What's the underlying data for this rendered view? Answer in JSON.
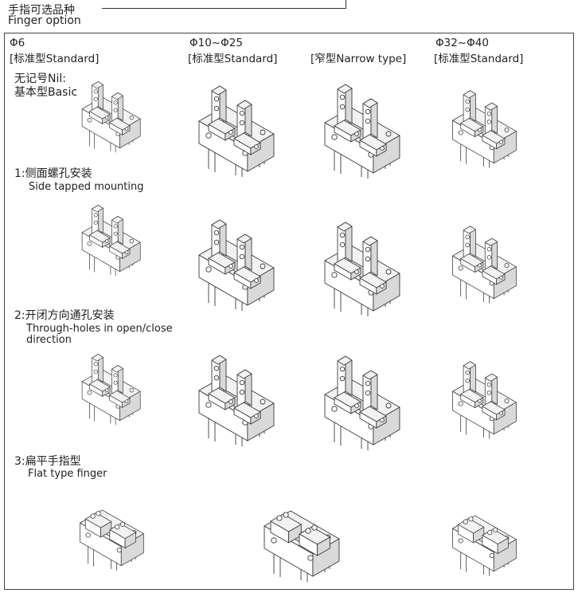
{
  "header": {
    "title_zh": "手指可选品种",
    "title_en": "Finger option"
  },
  "columns": [
    {
      "size": "Φ6",
      "type": "[标准型Standard]"
    },
    {
      "size": "Φ10~Φ25",
      "type": "[标准型Standard]"
    },
    {
      "type": "[窄型Narrow type]"
    },
    {
      "size": "Φ32~Φ40",
      "type": "[标准型Standard]"
    }
  ],
  "rows": [
    {
      "label_zh": "无记号Nil:",
      "label_en": "基本型Basic"
    },
    {
      "label_zh": "1:侧面螺孔安装",
      "label_en": "Side tapped mounting"
    },
    {
      "label_zh": "2:开闭方向通孔安装",
      "label_en_1": "Through-holes in open/close",
      "label_en_2": "direction"
    },
    {
      "label_zh": "3:扁平手指型",
      "label_en": "Flat type finger"
    }
  ],
  "colors": {
    "line": "#3a3a3a",
    "fill": "#f2f2f2",
    "shade": "#d9d9d9"
  },
  "icons": [
    "gripper-standard-finger-icon",
    "gripper-narrow-finger-icon",
    "gripper-flat-finger-icon"
  ]
}
